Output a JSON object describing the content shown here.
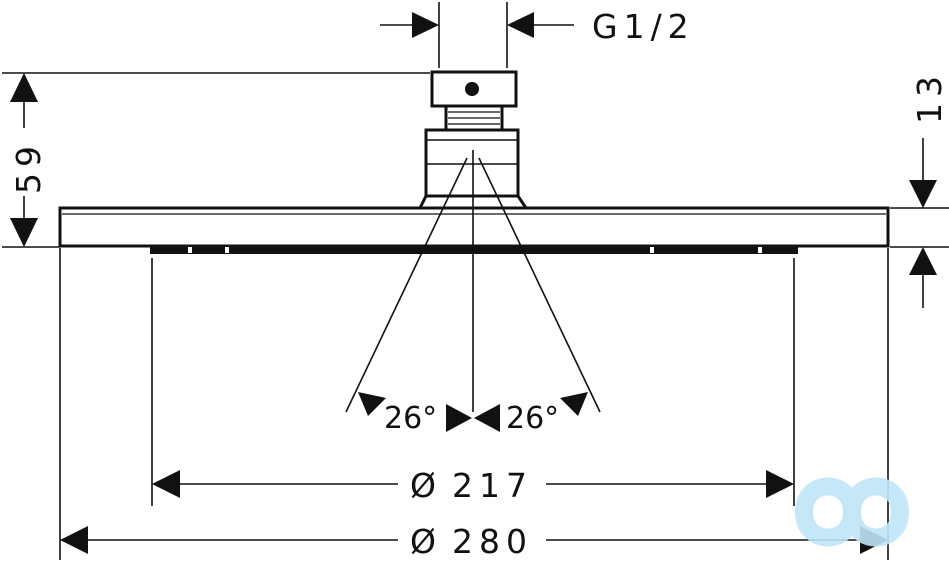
{
  "dimensions": {
    "thread": "G1/2",
    "height_total": "59",
    "height_plate": "13",
    "diameter_spray": "217",
    "diameter_total": "280",
    "diameter_symbol": "Ø"
  },
  "angles": {
    "left": "26°",
    "right": "26°"
  },
  "watermark": {
    "color": "#bfe6f7",
    "icon": "infinity-logo-icon"
  }
}
